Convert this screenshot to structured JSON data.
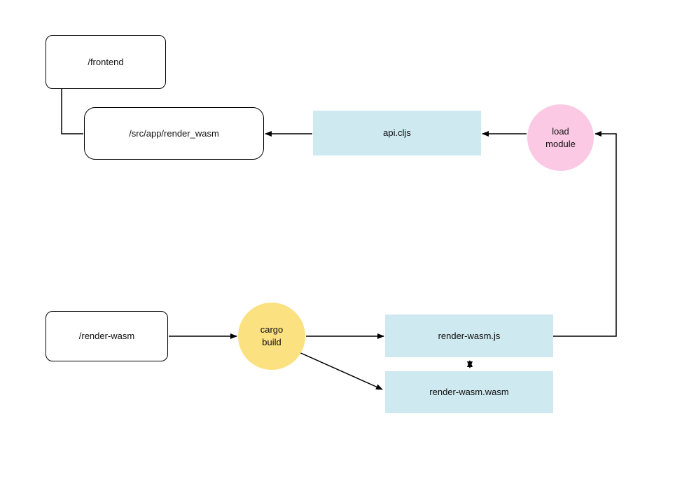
{
  "diagram": {
    "nodes": {
      "frontend": {
        "label": "/frontend"
      },
      "src_app_render_wasm": {
        "label": "/src/app/render_wasm"
      },
      "api_cljs": {
        "label": "api.cljs"
      },
      "load_module": {
        "label": "load\nmodule"
      },
      "render_wasm": {
        "label": "/render-wasm"
      },
      "cargo_build": {
        "label": "cargo\nbuild"
      },
      "render_wasm_js": {
        "label": "render-wasm.js"
      },
      "render_wasm_wasm": {
        "label": "render-wasm.wasm"
      }
    },
    "colors": {
      "background": "#ffffff",
      "file_box_fill": "#cfe9f1",
      "load_module_fill": "#fbc9e4",
      "cargo_build_fill": "#fbe180",
      "outline": "#000000",
      "arrow": "#000000",
      "text": "#111111"
    }
  }
}
